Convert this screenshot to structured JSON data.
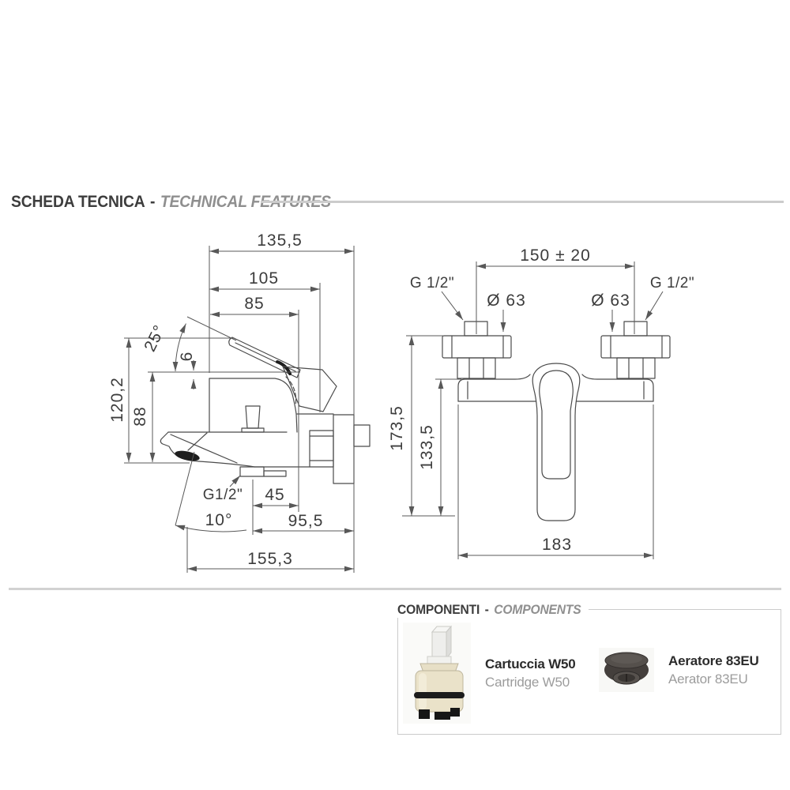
{
  "technical_section": {
    "title_it": "SCHEDA TECNICA",
    "separator": "-",
    "title_en": "TECHNICAL FEATURES",
    "side_view": {
      "dims": {
        "total_width": "135,5",
        "upper_width": "105",
        "spout_top_width": "85",
        "handle_angle": "25°",
        "handle_gap": "6",
        "total_height": "120,2",
        "body_height": "88",
        "outlet_thread": "G1/2\"",
        "outlet_offset": "45",
        "spout_tilt": "10°",
        "lower_reach": "95,5",
        "max_reach": "155,3"
      }
    },
    "front_view": {
      "dims": {
        "centers_distance": "150 ± 20",
        "thread_left": "G 1/2\"",
        "rosette_left": "Ø 63",
        "rosette_right": "Ø 63",
        "thread_right": "G 1/2\"",
        "total_height": "173,5",
        "body_height": "133,5",
        "total_width": "183"
      }
    }
  },
  "components_section": {
    "title_it": "COMPONENTI",
    "separator": "-",
    "title_en": "COMPONENTS",
    "items": [
      {
        "icon": "cartridge-photo",
        "name_primary": "Cartuccia W50",
        "name_secondary": "Cartridge W50"
      },
      {
        "icon": "aerator-photo",
        "name_primary": "Aeratore 83EU",
        "name_secondary": "Aerator 83EU"
      }
    ]
  },
  "colors": {
    "title_dark": "#3d3d3d",
    "title_gray": "#8f8f8f",
    "line_light": "#cccccc",
    "drawing_line": "#4b4b4b",
    "cartridge_cream": "#eae2c9",
    "aerator_dark": "#443f3c"
  }
}
